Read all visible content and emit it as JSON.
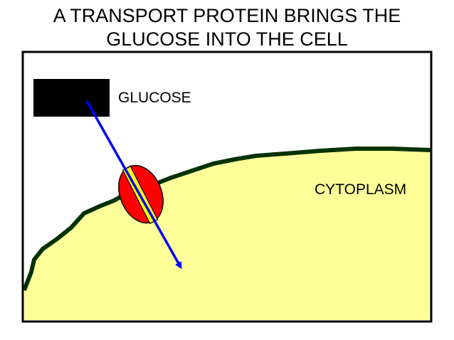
{
  "title": {
    "line1": "A TRANSPORT PROTEIN BRINGS THE",
    "line2": "GLUCOSE INTO THE CELL"
  },
  "labels": {
    "glucose": "GLUCOSE",
    "cytoplasm": "CYTOPLASM"
  },
  "colors": {
    "glucose_block": "#000000",
    "cytoplasm_fill": "#FFFF99",
    "membrane": "#003300",
    "transport_protein": "#FF0000",
    "channel": "#FFFF00",
    "arrow": "#0000FF",
    "frame": "#000000"
  }
}
